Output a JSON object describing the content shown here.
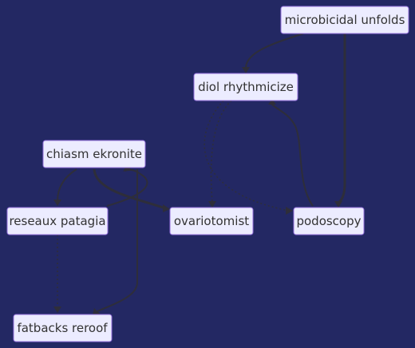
{
  "diagram": {
    "nodes": [
      {
        "id": "microbicidal",
        "label": "microbicidal unfolds"
      },
      {
        "id": "diol",
        "label": "diol rhythmicize"
      },
      {
        "id": "chiasm",
        "label": "chiasm ekronite"
      },
      {
        "id": "reseaux",
        "label": "reseaux patagia"
      },
      {
        "id": "ovariotomist",
        "label": "ovariotomist"
      },
      {
        "id": "podoscopy",
        "label": "podoscopy"
      },
      {
        "id": "fatbacks",
        "label": "fatbacks reroof"
      }
    ],
    "edges": [
      {
        "from": "microbicidal",
        "to": "diol",
        "style": "solid"
      },
      {
        "from": "microbicidal",
        "to": "podoscopy",
        "style": "thick"
      },
      {
        "from": "diol",
        "to": "ovariotomist",
        "style": "dotted"
      },
      {
        "from": "diol",
        "to": "podoscopy",
        "style": "dotted"
      },
      {
        "from": "podoscopy",
        "to": "diol",
        "style": "solid"
      },
      {
        "from": "chiasm",
        "to": "reseaux",
        "style": "solid"
      },
      {
        "from": "chiasm",
        "to": "ovariotomist",
        "style": "thick"
      },
      {
        "from": "reseaux",
        "to": "chiasm",
        "style": "solid"
      },
      {
        "from": "reseaux",
        "to": "fatbacks",
        "style": "dotted"
      },
      {
        "from": "chiasm",
        "to": "fatbacks",
        "style": "solid"
      }
    ],
    "colors": {
      "background": "#232863",
      "node_fill": "#ececff",
      "node_border": "#9370db",
      "edge": "#2e2e3a",
      "text": "#333333"
    }
  }
}
